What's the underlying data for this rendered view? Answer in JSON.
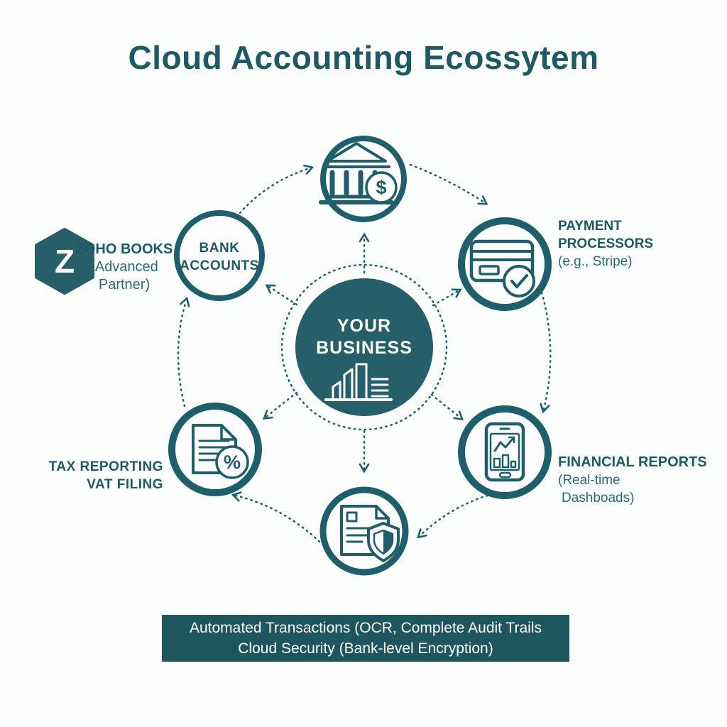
{
  "title": "Cloud Accounting Ecossytem",
  "colors": {
    "teal": "#1f5f6b",
    "teal_text": "#1d5a64",
    "center_fill": "#265f6a",
    "banner_bg": "#1d565e",
    "background": "#fcfdfd",
    "white": "#ffffff"
  },
  "zoho": {
    "letter": "Z",
    "name": "ZOHO BOOKS",
    "subtitle": "(Advanced Partner)"
  },
  "center_node": {
    "line1": "YOUR",
    "line2": "BUSINESS",
    "icon": "business-buildings-icon"
  },
  "nodes": {
    "bank": {
      "icon": "bank-dollar-icon",
      "badge": "$"
    },
    "bank_accounts": {
      "line1": "BANK",
      "line2": "ACCOUNTS"
    },
    "payment": {
      "icon": "credit-card-check-icon",
      "line1": "PAYMENT",
      "line2": "PROCESSORS",
      "line3": "(e.g., Stripe)"
    },
    "financial": {
      "icon": "tablet-dashboard-icon",
      "line1": "FINANCIAL REPORTS",
      "line2": "(Real-time",
      "line3": "Dashboads)"
    },
    "tax": {
      "icon": "tax-document-percent-icon",
      "badge": "%",
      "line1": "TAX REPORTING",
      "line2": "VAT FILING"
    },
    "secure_doc": {
      "icon": "document-shield-icon"
    }
  },
  "banner": {
    "line1": "Automated Transactions (OCR, Complete Audit Trails",
    "line2": "Cloud Security (Bank-level Encryption)"
  }
}
